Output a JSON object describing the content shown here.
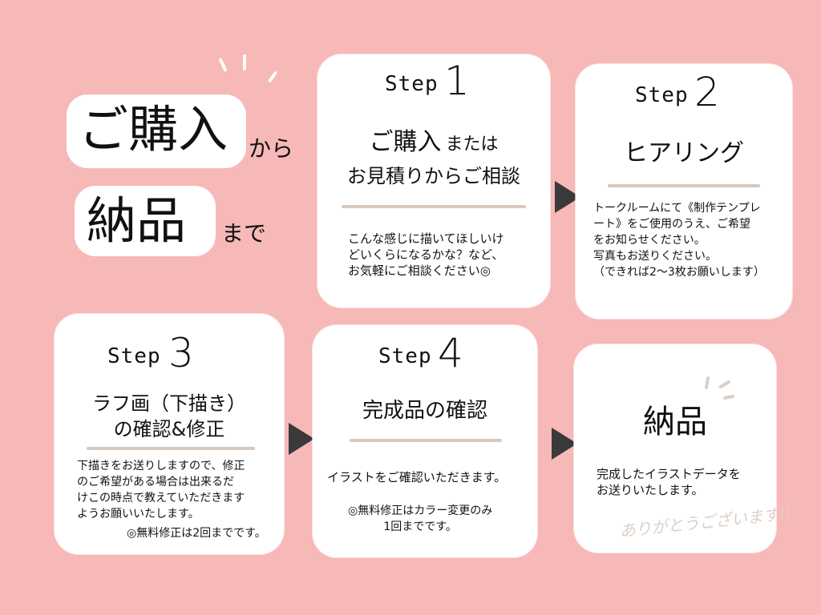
{
  "headline": {
    "line1_big": "ご購入",
    "line1_small": "から",
    "line2_big": "納品",
    "line2_small": "まで"
  },
  "steps": [
    {
      "word": "Step",
      "number": "1",
      "title_big": "ご購入",
      "title_small": "または",
      "title_line2": "お見積りからご相談",
      "body": "こんな感じに描いてほしいけ\nどいくらになるかな？など、\nお気軽にご相談ください◎"
    },
    {
      "word": "Step",
      "number": "2",
      "title": "ヒアリング",
      "body": "トークルームにて《制作テンプレ\nート》をご使用のうえ、ご希望\nをお知らせください。\n写真もお送りください。\n（できれば2〜3枚お願いします）"
    },
    {
      "word": "Step",
      "number": "3",
      "title_line1": "ラフ画（下描き）",
      "title_line2": "の確認&修正",
      "body": "下描きをお送りしますので、修正\nのご希望がある場合は出来るだ\nけこの時点で教えていただきます\nようお願いいたします。",
      "note": "◎無料修正は2回までです。"
    },
    {
      "word": "Step",
      "number": "4",
      "title": "完成品の確認",
      "body": "イラストをご確認いただきます。",
      "note": "◎無料修正はカラー変更のみ\n1回までです。"
    }
  ],
  "final": {
    "title": "納品",
    "body": "完成したイラストデータを\nお送りいたします。",
    "thanks": "ありがとうございます!!"
  },
  "colors": {
    "background": "#f7b8b8",
    "card": "#ffffff",
    "divider": "#d8c8bd",
    "arrow": "#3a3a3a",
    "thanks": "#dccfc6"
  }
}
